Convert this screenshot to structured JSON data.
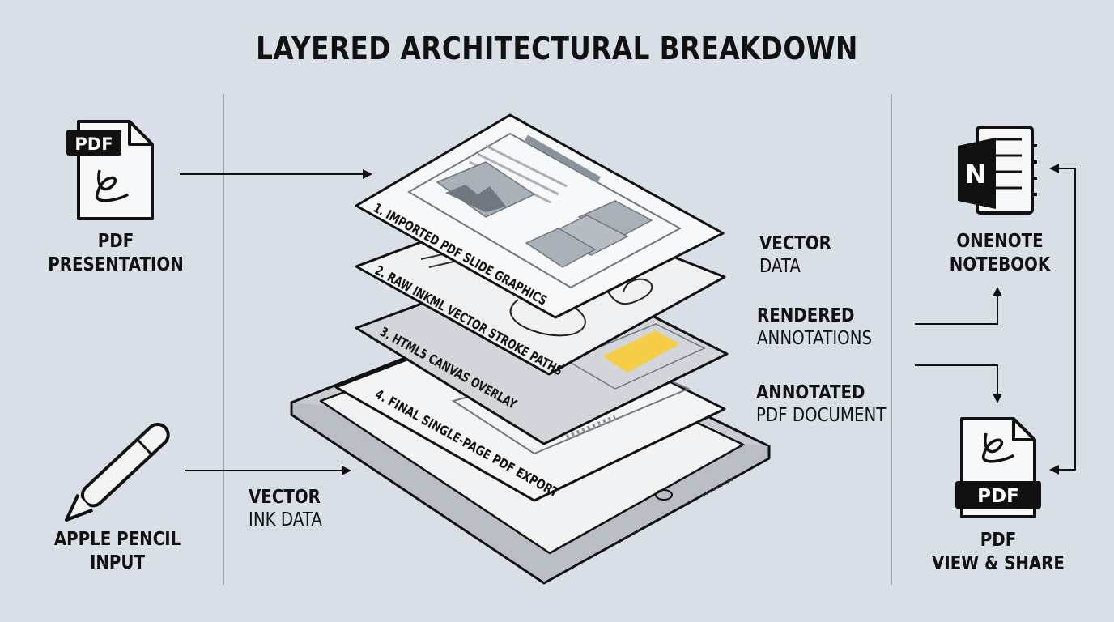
{
  "title": "LAYERED ARCHITECTURAL BREAKDOWN",
  "sources": {
    "pdf": {
      "icon": "pdf-file-icon",
      "badge": "PDF",
      "line1": "PDF",
      "line2": "PRESENTATION"
    },
    "pencil": {
      "icon": "apple-pencil-icon",
      "line1": "APPLE PENCIL",
      "line2": "INPUT"
    }
  },
  "layers": [
    {
      "label": "1. IMPORTED PDF SLIDE GRAPHICS"
    },
    {
      "label": "2. RAW INKML VECTOR STROKE PATHS"
    },
    {
      "label": "3. HTML5 CANVAS OVERLAY"
    },
    {
      "label": "4. FINAL SINGLE-PAGE PDF EXPORT"
    }
  ],
  "flows": {
    "vector_ink": {
      "bold": "VECTOR",
      "normal": "INK DATA"
    },
    "vector_data": {
      "bold": "VECTOR",
      "normal": "DATA"
    },
    "rendered": {
      "bold": "RENDERED",
      "normal": "ANNOTATIONS"
    },
    "annotated": {
      "bold": "ANNOTATED",
      "normal": "PDF DOCUMENT"
    }
  },
  "outputs": {
    "onenote": {
      "icon": "onenote-notebook-icon",
      "glyph": "N",
      "line1": "ONENOTE",
      "line2": "NOTEBOOK"
    },
    "pdf": {
      "icon": "pdf-file-icon",
      "badge": "PDF",
      "line1": "PDF",
      "line2": "VIEW & SHARE"
    }
  },
  "colors": {
    "background": "#d9dfe6",
    "ink": "#111111",
    "highlight": "#f5cd47",
    "sheet": "#f3f4f5"
  }
}
